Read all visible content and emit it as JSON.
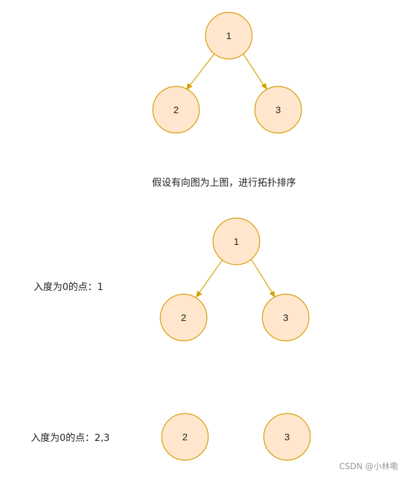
{
  "captions": {
    "main": "假设有向图为上图，进行拓扑排序",
    "step1": "入度为0的点：1",
    "step2": "入度为0的点：2,3"
  },
  "watermark": "CSDN @小林嘞",
  "colors": {
    "node_fill": "#ffe6cc",
    "node_stroke": "#d79b00",
    "edge": "#d6a000"
  },
  "graphs": [
    {
      "nodes": [
        {
          "label": "1"
        },
        {
          "label": "2"
        },
        {
          "label": "3"
        }
      ],
      "edges": [
        {
          "from": "1",
          "to": "2"
        },
        {
          "from": "1",
          "to": "3"
        }
      ]
    },
    {
      "nodes": [
        {
          "label": "1"
        },
        {
          "label": "2"
        },
        {
          "label": "3"
        }
      ],
      "edges": [
        {
          "from": "1",
          "to": "2"
        },
        {
          "from": "1",
          "to": "3"
        }
      ]
    },
    {
      "nodes": [
        {
          "label": "2"
        },
        {
          "label": "3"
        }
      ],
      "edges": []
    }
  ]
}
